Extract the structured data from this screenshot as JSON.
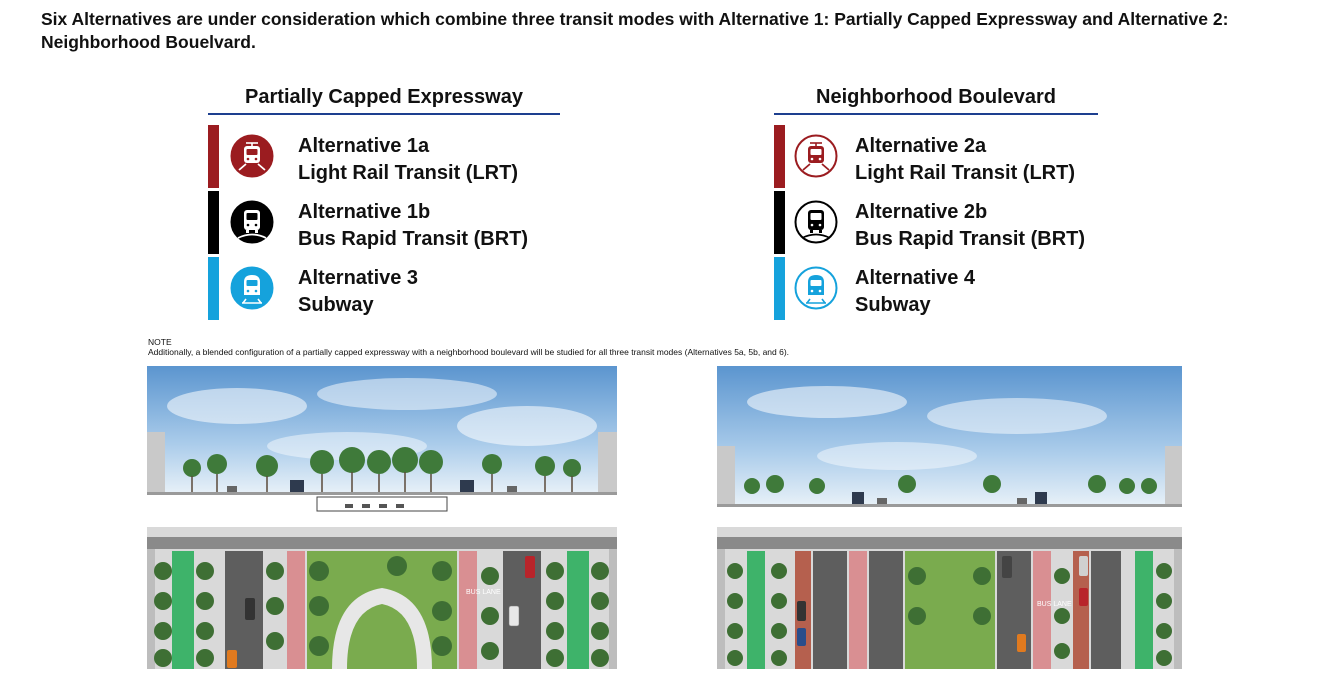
{
  "intro": "Six Alternatives are under consideration which combine three transit modes with Alternative 1: Partially Capped Expressway and Alternative 2: Neighborhood Bouelvard.",
  "colors": {
    "lrt": "#9b1c20",
    "brt": "#000000",
    "subway": "#15a2dc",
    "rule": "#1d3f8f"
  },
  "columns": [
    {
      "title": "Partially Capped Expressway",
      "icon_style": "solid",
      "alternatives": [
        {
          "name": "Alternative 1a",
          "mode": "Light Rail Transit (LRT)",
          "icon": "light-rail-icon",
          "color": "#9b1c20"
        },
        {
          "name": "Alternative 1b",
          "mode": "Bus Rapid Transit (BRT)",
          "icon": "bus-icon",
          "color": "#000000"
        },
        {
          "name": "Alternative 3",
          "mode": "Subway",
          "icon": "subway-icon",
          "color": "#15a2dc"
        }
      ]
    },
    {
      "title": "Neighborhood Boulevard",
      "icon_style": "outline",
      "alternatives": [
        {
          "name": "Alternative 2a",
          "mode": "Light Rail Transit (LRT)",
          "icon": "light-rail-icon",
          "color": "#9b1c20"
        },
        {
          "name": "Alternative 2b",
          "mode": "Bus Rapid Transit (BRT)",
          "icon": "bus-icon",
          "color": "#000000"
        },
        {
          "name": "Alternative 4",
          "mode": "Subway",
          "icon": "subway-icon",
          "color": "#15a2dc"
        }
      ]
    }
  ],
  "note": {
    "label": "NOTE",
    "text": "Additionally, a blended configuration of a partially capped expressway with a neighborhood boulevard will be studied for all three transit modes (Alternatives 5a, 5b, and 6)."
  },
  "renderings": {
    "left": {
      "scene": "partially-capped-expressway-rendering",
      "lane_label": "BUS LANE"
    },
    "right": {
      "scene": "neighborhood-boulevard-rendering",
      "lane_label": "BUS LANE"
    }
  }
}
